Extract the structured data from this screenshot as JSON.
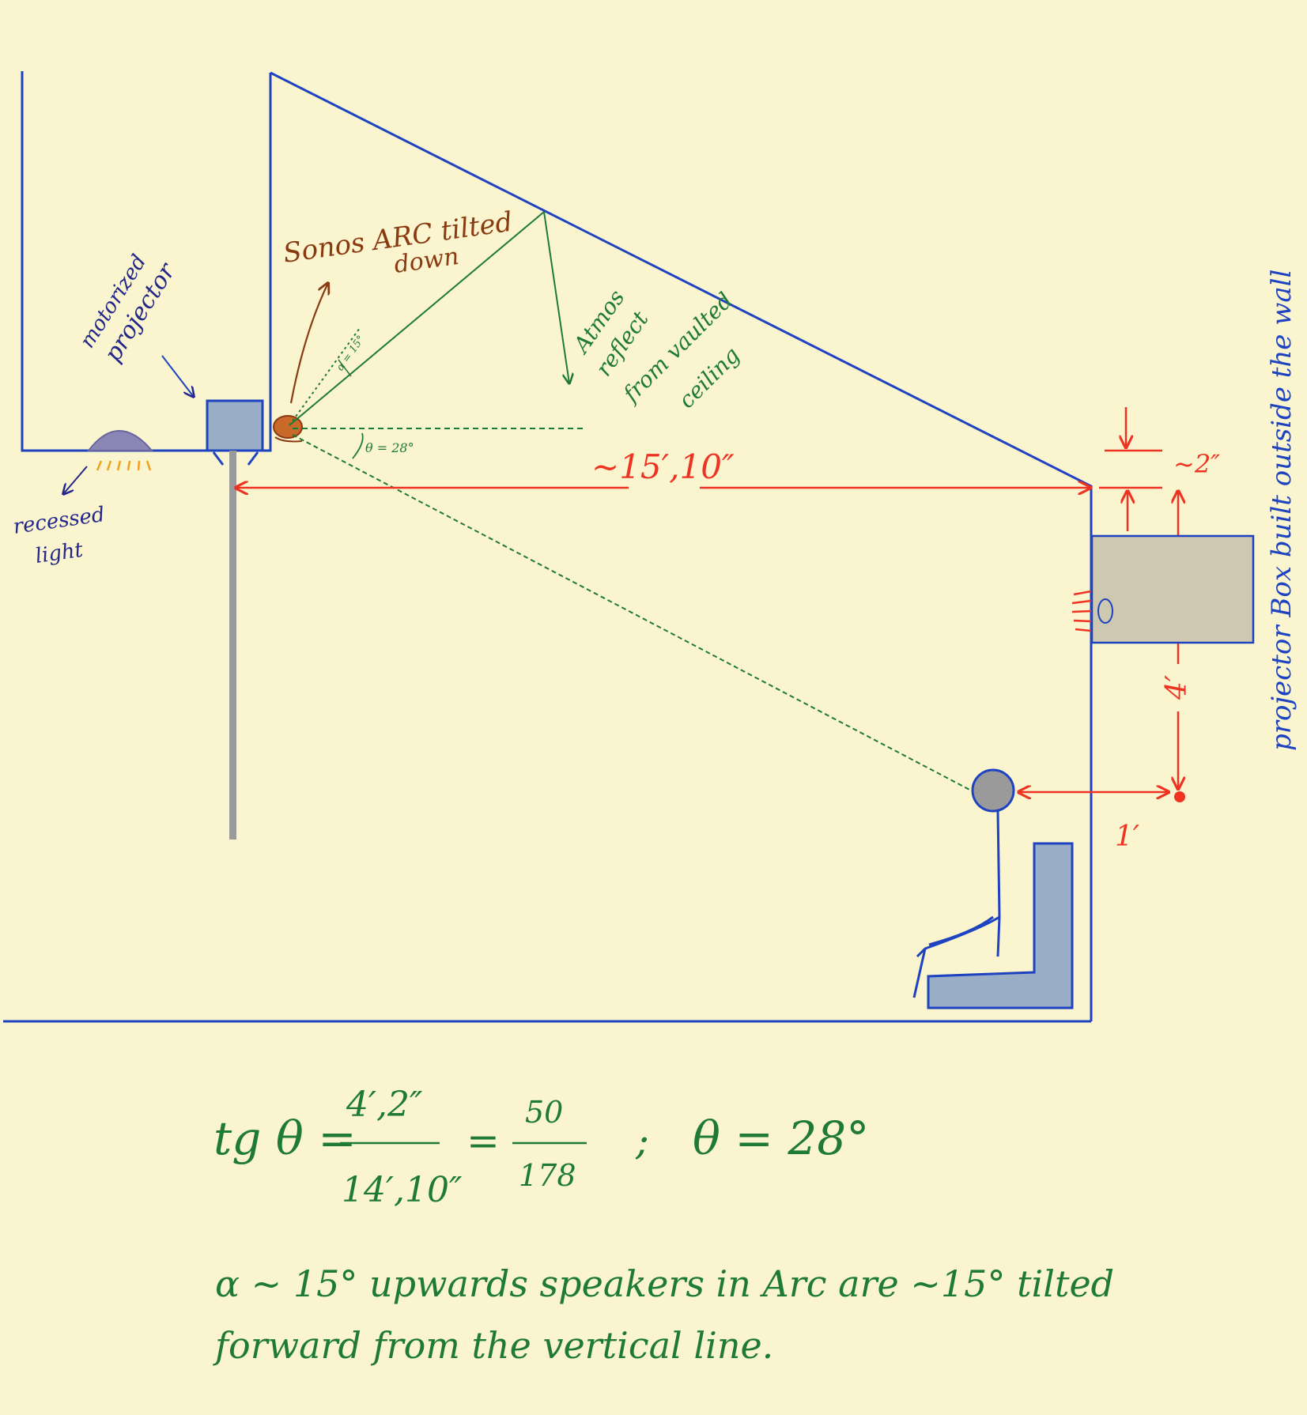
{
  "labels": {
    "motorized_projector_line1": "motorized",
    "motorized_projector_line2": "projector",
    "recessed_light_line1": "recessed",
    "recessed_light_line2": "light",
    "sonos_line1": "Sonos ARC tilted",
    "sonos_line2": "down",
    "alpha": "α = 15°",
    "theta": "θ = 28°",
    "atmos_line1": "Atmos",
    "atmos_line2": "reflect",
    "atmos_line3": "from vaulted",
    "atmos_line4": "ceiling",
    "distance_main": "~15′,10″",
    "distance_2in": "~2″",
    "distance_4ft": "4′",
    "distance_1ft": "1′",
    "projector_box": "projector Box built outside the wall"
  },
  "formula": {
    "lhs": "tg θ =",
    "num1": "4′,2″",
    "den1": "14′,10″",
    "eq2": "=",
    "num2": "50",
    "den2": "178",
    "sep": ";",
    "result": "θ = 28°"
  },
  "notes": {
    "line1": "α ~ 15°   upwards speakers in  Arc  are ~15° tilted",
    "line2": "forward  from the vertical line."
  },
  "colors": {
    "background": "#faf5cf",
    "wall_blue": "#1e43c0",
    "green": "#1e7a35",
    "red": "#ee3322",
    "brown": "#8a3a10",
    "navy": "#23278a",
    "furniture_fill": "#9aaec8",
    "box_fill": "#cfc8b0"
  }
}
